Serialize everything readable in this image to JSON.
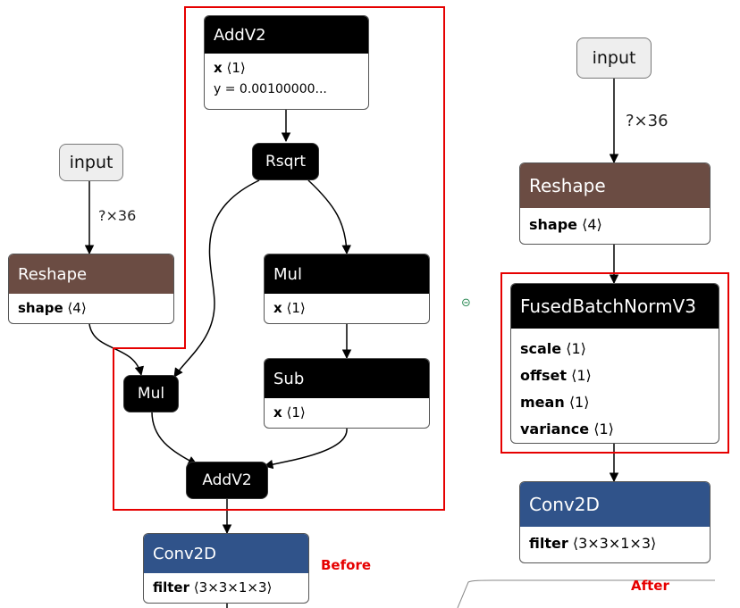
{
  "before": {
    "label": "Before",
    "input": "input",
    "input_shape": "?×36",
    "reshape": {
      "title": "Reshape",
      "attr_name": "shape",
      "attr_val": "⟨4⟩"
    },
    "addv2_top": {
      "title": "AddV2",
      "attr1_name": "x",
      "attr1_val": "⟨1⟩",
      "attr2": "y = 0.00100000..."
    },
    "rsqrt": "Rsqrt",
    "mul_right": {
      "title": "Mul",
      "attr_name": "x",
      "attr_val": "⟨1⟩"
    },
    "sub": {
      "title": "Sub",
      "attr_name": "x",
      "attr_val": "⟨1⟩"
    },
    "mul_left": "Mul",
    "addv2_bottom": "AddV2",
    "conv2d": {
      "title": "Conv2D",
      "attr_name": "filter",
      "attr_val": "⟨3×3×1×3⟩"
    }
  },
  "after": {
    "label": "After",
    "input": "input",
    "input_shape": "?×36",
    "reshape": {
      "title": "Reshape",
      "attr_name": "shape",
      "attr_val": "⟨4⟩"
    },
    "fused": {
      "title": "FusedBatchNormV3",
      "attrs": [
        {
          "name": "scale",
          "val": "⟨1⟩"
        },
        {
          "name": "offset",
          "val": "⟨1⟩"
        },
        {
          "name": "mean",
          "val": "⟨1⟩"
        },
        {
          "name": "variance",
          "val": "⟨1⟩"
        }
      ]
    },
    "conv2d": {
      "title": "Conv2D",
      "attr_name": "filter",
      "attr_val": "⟨3×3×1×3⟩"
    }
  },
  "collapse_icon": "⊝",
  "colors": {
    "highlight": "#e60000",
    "op_black": "#000000",
    "reshape_brown": "#6b4c43",
    "conv_blue": "#30538a"
  }
}
